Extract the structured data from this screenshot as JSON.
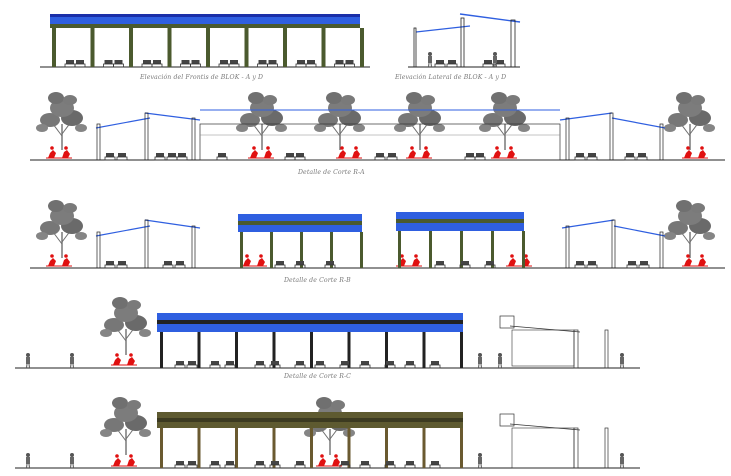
{
  "drawing": {
    "captions": {
      "front_elevation": "Elevación del Frontis de BLOK - A y D",
      "side_elevation": "Elevación Lateral de BLOK - A y D",
      "section_a": "Detalle de Corte R-A",
      "section_b": "Detalle de Corte R-B",
      "section_c": "Detalle de Corte R-C"
    },
    "colors": {
      "roof_blue": "#2f5fe0",
      "roof_dark": "#1a2fa8",
      "column_green": "#4b5a2e",
      "tree_gray": "#6e6e6e",
      "furniture_red": "#e01010",
      "line_dark": "#222222",
      "caption_gray": "#7a7a7a",
      "timber_olive": "#5e5a30"
    }
  }
}
